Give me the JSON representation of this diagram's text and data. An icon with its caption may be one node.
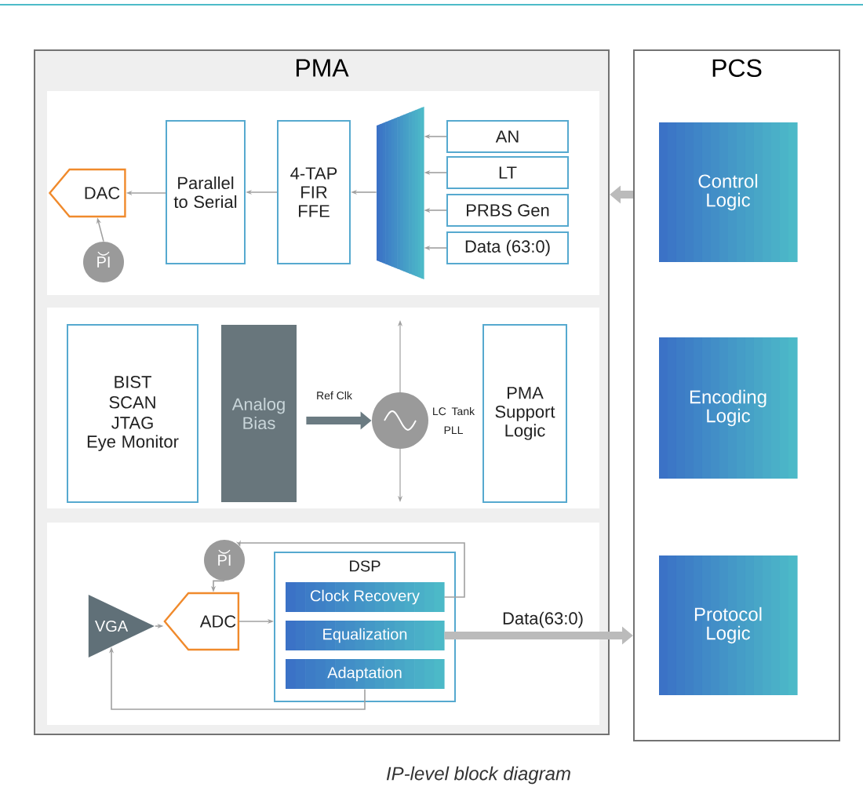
{
  "diagram": {
    "caption": "IP-level block diagram",
    "nodes": [
      {
        "text": [
          "PMA"
        ]
      },
      {
        "text": [
          "PCS"
        ]
      },
      {
        "text": [
          "DAC"
        ],
        "in": 0
      },
      {
        "text": [
          "PI"
        ],
        "in": 0
      },
      {
        "text": [
          "Parallel to Serial"
        ],
        "in": 0
      },
      {
        "text": [
          "4-TAP FIR FFE"
        ],
        "in": 0
      },
      {
        "text": [],
        "shape": "trapezoid",
        "in": 0
      },
      {
        "text": [
          "AN"
        ],
        "in": 0
      },
      {
        "text": [
          "LT"
        ],
        "in": 0
      },
      {
        "text": [
          "PRBS Gen"
        ],
        "in": 0
      },
      {
        "text": [
          "Data (63:0)"
        ],
        "in": 0
      },
      {
        "text": [
          "Control Logic"
        ],
        "in": 1
      },
      {
        "text": [
          "Encoding Logic"
        ],
        "in": 1
      },
      {
        "text": [
          "Protocol Logic"
        ],
        "in": 1
      },
      {
        "text": [
          "BIST",
          "SCAN",
          "JTAG",
          "Eye Monitor"
        ],
        "in": 0
      },
      {
        "text": [
          "Analog Bias"
        ],
        "in": 0
      },
      {
        "text": [],
        "shape": "circle",
        "beside": [
          "LC Tank PLL"
        ],
        "in": 0
      },
      {
        "text": [
          "PMA Support Logic"
        ],
        "in": 0
      },
      {
        "text": [
          "PI"
        ],
        "in": 0
      },
      {
        "text": [
          "VGA"
        ],
        "in": 0
      },
      {
        "text": [
          "ADC"
        ],
        "in": 0
      },
      {
        "text": [
          "DSP"
        ],
        "in": 0
      },
      {
        "text": [
          "Clock Recovery"
        ],
        "in": 21
      },
      {
        "text": [
          "Equalization"
        ],
        "in": 21
      },
      {
        "text": [
          "Adaptation"
        ],
        "in": 21
      }
    ],
    "edges": [
      {
        "from": 7,
        "to": 6,
        "arrow": "to"
      },
      {
        "from": 8,
        "to": 6,
        "arrow": "to"
      },
      {
        "from": 9,
        "to": 6,
        "arrow": "to"
      },
      {
        "from": 10,
        "to": 6,
        "arrow": "to"
      },
      {
        "from": 6,
        "to": 5,
        "arrow": "to"
      },
      {
        "from": 5,
        "to": 4,
        "arrow": "to"
      },
      {
        "from": 4,
        "to": 2,
        "arrow": "to"
      },
      {
        "from": 3,
        "to": 2,
        "arrow": "to"
      },
      {
        "from": 1,
        "to": 0,
        "arrow": "to",
        "style": "thick"
      },
      {
        "from": 15,
        "to": 16,
        "arrow": "to",
        "style": "thick",
        "label": "Ref Clk",
        "color": "#6b7b82"
      },
      {
        "from": 18,
        "to": 20,
        "arrow": "to"
      },
      {
        "from": 19,
        "to": 20,
        "arrow": "to"
      },
      {
        "from": 20,
        "to": 21,
        "arrow": "to"
      },
      {
        "from": 22,
        "to": 18,
        "arrow": "to"
      },
      {
        "from": 24,
        "to": 19,
        "arrow": "to"
      },
      {
        "from": 23,
        "to": 1,
        "arrow": "to",
        "style": "thick",
        "label": "Data(63:0)"
      }
    ]
  }
}
